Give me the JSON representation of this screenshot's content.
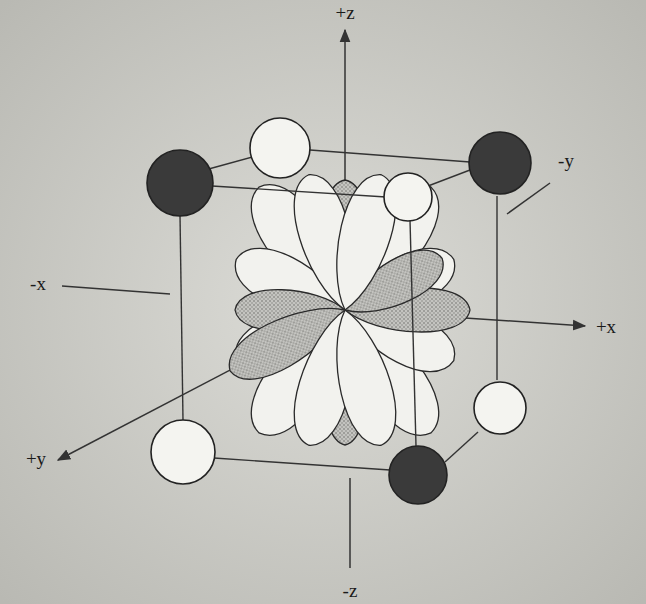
{
  "diagram": {
    "labels": [
      "+z",
      "-y",
      "-x",
      "+x",
      "+y",
      "-z"
    ]
  }
}
